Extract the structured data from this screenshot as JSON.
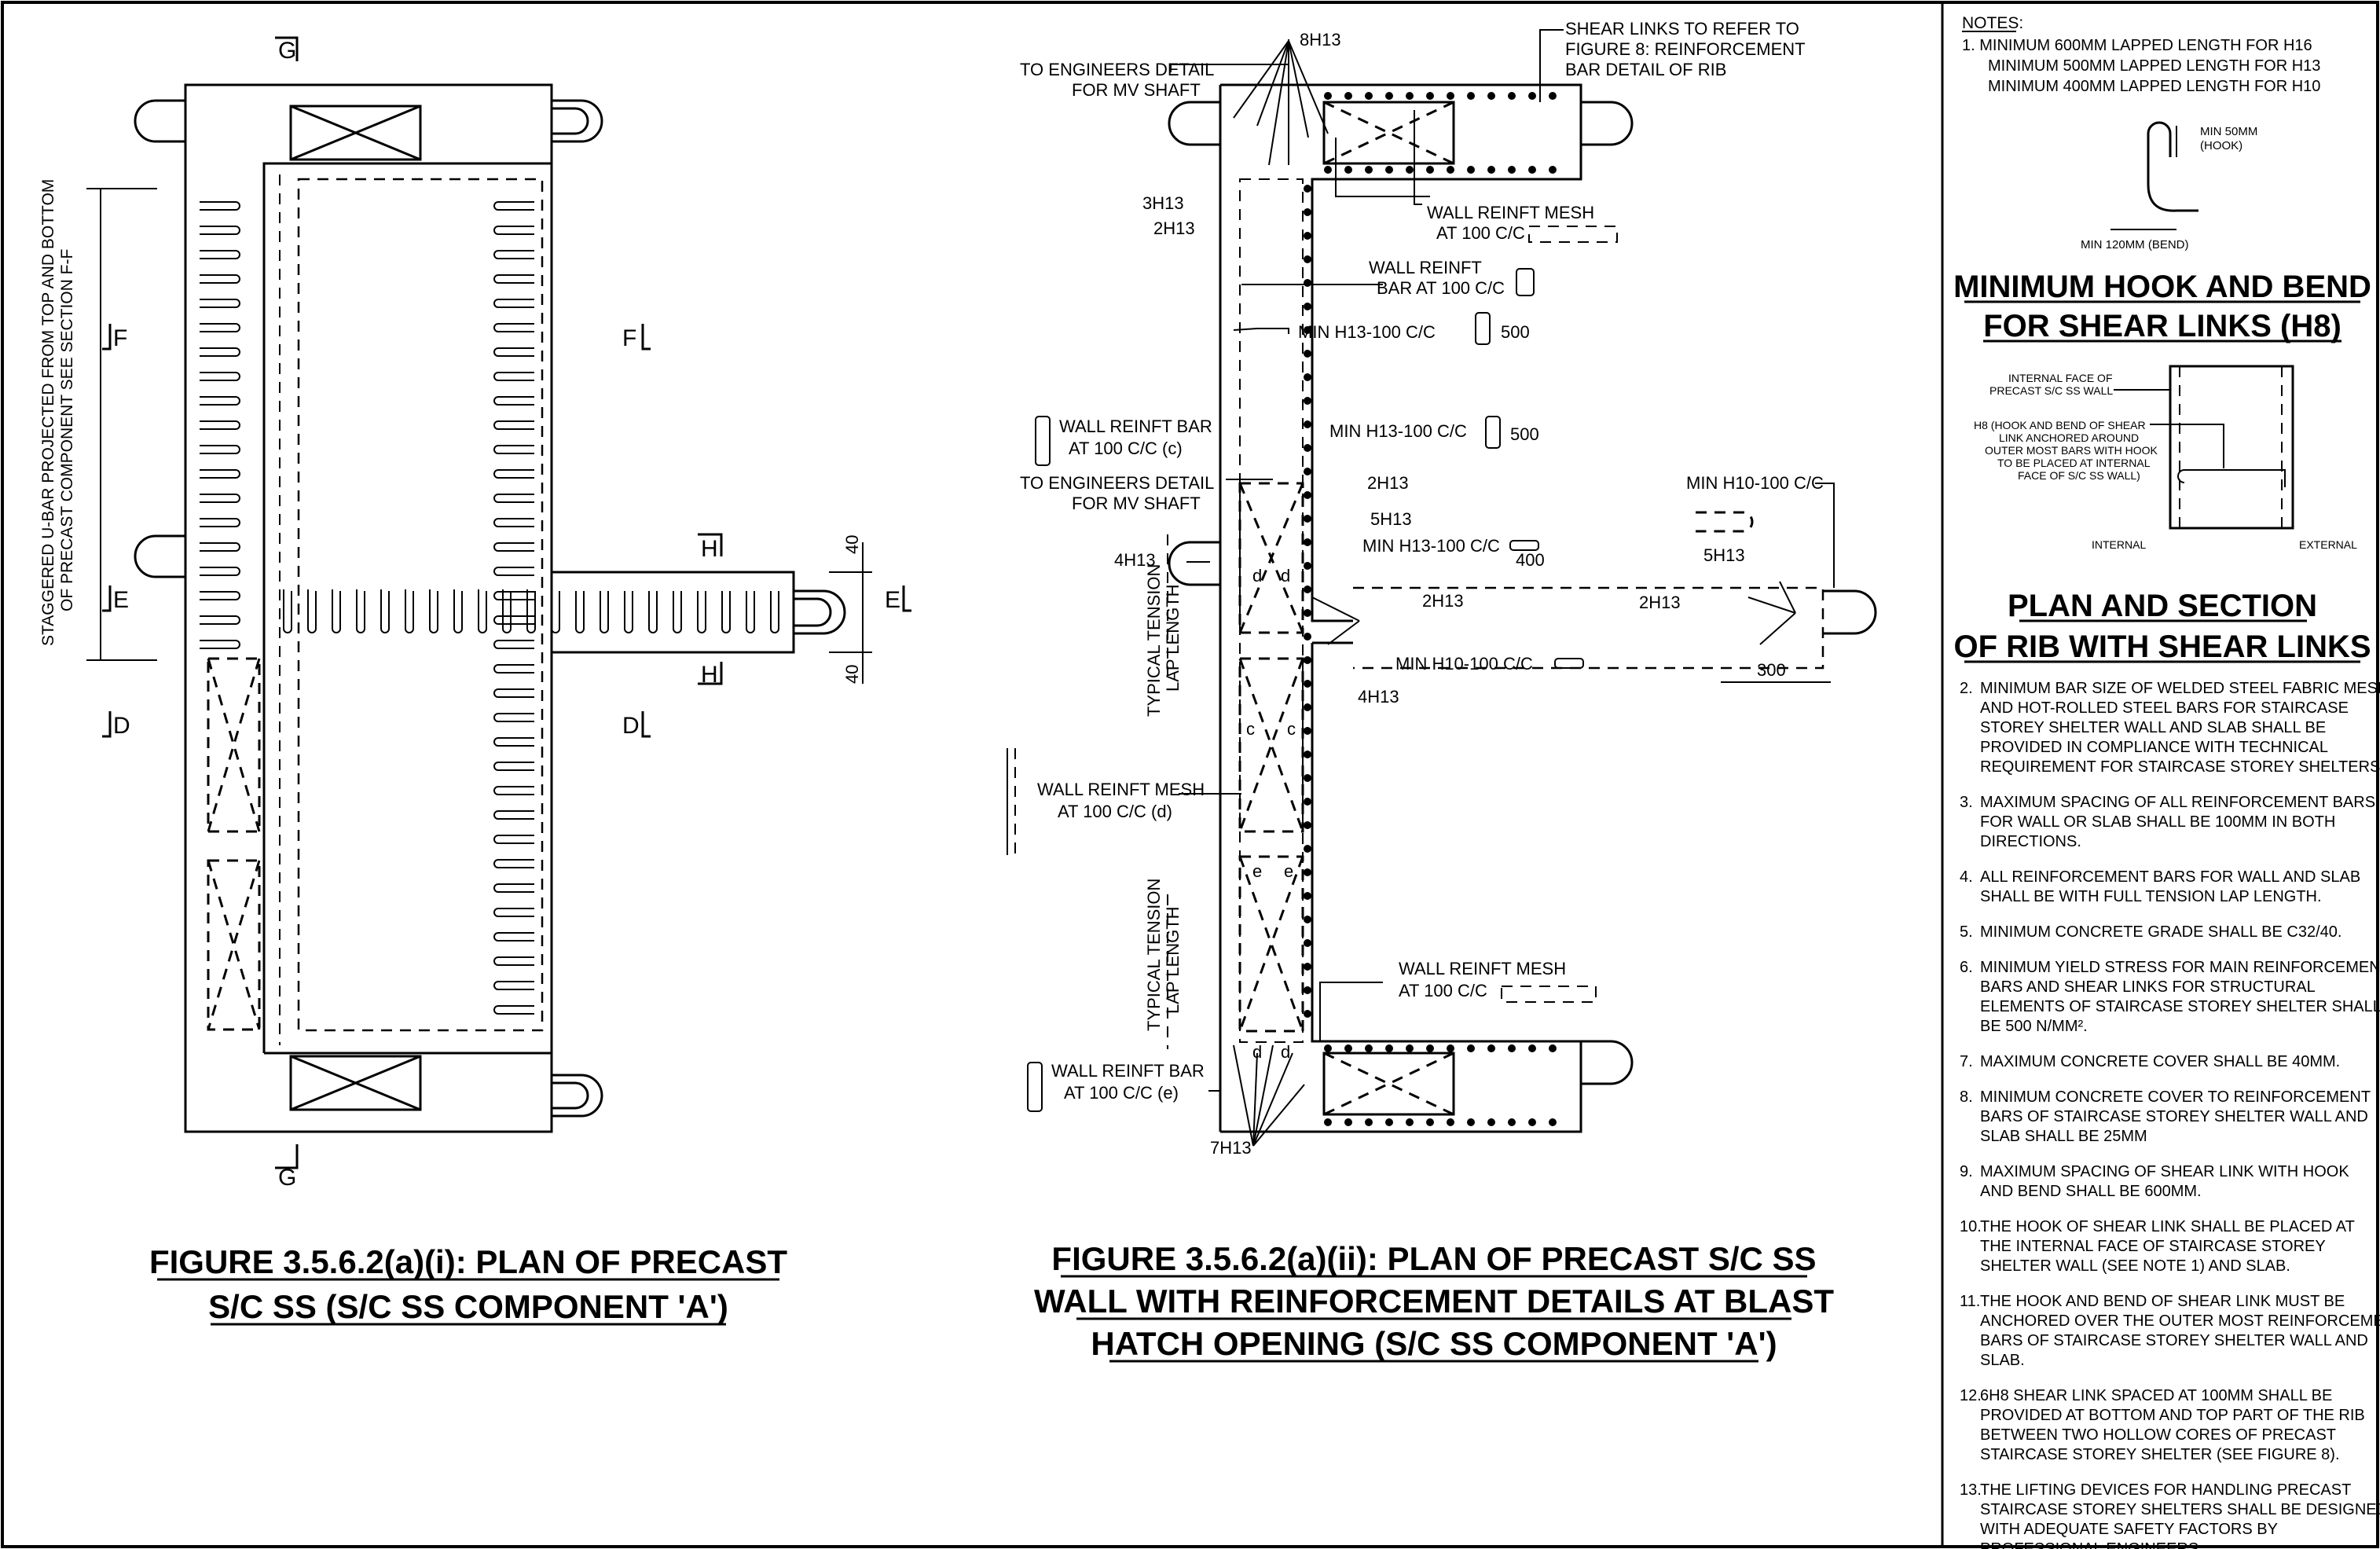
{
  "figure_1": {
    "title_line1": "FIGURE 3.5.6.2(a)(i): PLAN OF PRECAST",
    "title_line2": "S/C SS (S/C SS COMPONENT 'A')",
    "vertical_note_line1": "STAGGERED U-BAR PROJECTED FROM TOP AND BOTTOM",
    "vertical_note_line2": "OF PRECAST COMPONENT SEE SECTION F-F",
    "section_G": "G",
    "section_F": "F",
    "section_E": "E",
    "section_D": "D",
    "section_H": "H",
    "dim_40_top": "40",
    "dim_40_bottom": "40"
  },
  "figure_2": {
    "title_line1": "FIGURE 3.5.6.2(a)(ii): PLAN OF PRECAST S/C SS",
    "title_line2": "WALL WITH REINFORCEMENT DETAILS AT BLAST",
    "title_line3": "HATCH OPENING (S/C SS COMPONENT 'A')",
    "labels": {
      "bars_8h13": "8H13",
      "shear_links_1": "SHEAR LINKS TO REFER TO",
      "shear_links_2": "FIGURE 8: REINFORCEMENT",
      "shear_links_3": "BAR DETAIL OF RIB",
      "eng_detail_1a": "TO ENGINEERS DETAIL",
      "eng_detail_1b": "FOR MV SHAFT",
      "bars_3h13": "3H13",
      "bars_2h13_a": "2H13",
      "wall_mesh_1a": "WALL REINFT MESH",
      "wall_mesh_1b": "AT 100 C/C",
      "wall_bar_1a": "WALL REINFT",
      "wall_bar_1b": "BAR AT 100 C/C",
      "min_h13_a": "MIN H13-100 C/C",
      "dim_500_a": "500",
      "wall_bar_c_a": "WALL REINFT BAR",
      "wall_bar_c_b": "AT 100 C/C (c)",
      "min_h13_b": "MIN H13-100 C/C",
      "dim_500_b": "500",
      "eng_detail_2a": "TO ENGINEERS DETAIL",
      "eng_detail_2b": "FOR MV SHAFT",
      "bars_2h13_b": "2H13",
      "bars_5h13_a": "5H13",
      "bars_4h13_a": "4H13",
      "min_h13_c": "MIN H13-100 C/C",
      "dim_400": "400",
      "bars_2h13_c": "2H13",
      "min_h10_a": "MIN H10-100 C/C",
      "min_h10_b": "MIN H10-100 C/C",
      "bars_5h13_b": "5H13",
      "bars_2h13_d": "2H13",
      "dim_300": "300",
      "bars_4h13_b": "4H13",
      "lap_length_a1": "TYPICAL TENSION",
      "lap_length_a2": "LAP LENGTH",
      "wall_mesh_d_a": "WALL REINFT MESH",
      "wall_mesh_d_b": "AT 100 C/C (d)",
      "lap_length_b1": "TYPICAL TENSION",
      "lap_length_b2": "LAP LENGTH",
      "wall_mesh_2a": "WALL REINFT MESH",
      "wall_mesh_2b": "AT 100 C/C",
      "wall_bar_e_a": "WALL REINFT BAR",
      "wall_bar_e_b": "AT 100 C/C (e)",
      "bars_7h13": "7H13",
      "mark_c": "c",
      "mark_d": "d",
      "mark_e": "e"
    }
  },
  "notes_panel": {
    "heading": "NOTES:",
    "note1_a": "1.  MINIMUM 600MM LAPPED LENGTH FOR H16",
    "note1_b": "MINIMUM 500MM LAPPED LENGTH FOR H13",
    "note1_c": "MINIMUM 400MM LAPPED LENGTH FOR H10",
    "hook_min_a": "MIN 50MM",
    "hook_min_b": "(HOOK)",
    "bend_min": "MIN 120MM (BEND)",
    "hook_title_1": "MINIMUM HOOK AND BEND",
    "hook_title_2": "FOR SHEAR LINKS (H8)",
    "internal_face_a": "INTERNAL FACE OF",
    "internal_face_b": "PRECAST S/C SS WALL",
    "h8_a": "H8 (HOOK AND BEND OF SHEAR",
    "h8_b": "LINK ANCHORED AROUND",
    "h8_c": "OUTER MOST BARS WITH HOOK",
    "h8_d": "TO BE PLACED AT INTERNAL",
    "h8_e": "FACE OF S/C SS WALL)",
    "internal": "INTERNAL",
    "external": "EXTERNAL",
    "rib_title_1": "PLAN AND SECTION",
    "rib_title_2": "OF RIB WITH SHEAR LINKS",
    "notes": [
      {
        "n": "2.",
        "lines": [
          "MINIMUM BAR SIZE OF WELDED STEEL FABRIC MESH",
          "AND HOT-ROLLED STEEL BARS FOR STAIRCASE",
          "STOREY SHELTER WALL AND SLAB SHALL BE",
          "PROVIDED IN COMPLIANCE WITH TECHNICAL",
          "REQUIREMENT FOR STAIRCASE STOREY SHELTERS."
        ]
      },
      {
        "n": "3.",
        "lines": [
          "MAXIMUM SPACING OF ALL REINFORCEMENT BARS",
          "FOR WALL OR SLAB SHALL BE 100MM IN BOTH",
          "DIRECTIONS."
        ]
      },
      {
        "n": "4.",
        "lines": [
          "ALL REINFORCEMENT BARS FOR WALL AND SLAB",
          "SHALL BE WITH FULL TENSION LAP LENGTH."
        ]
      },
      {
        "n": "5.",
        "lines": [
          "MINIMUM CONCRETE GRADE SHALL BE C32/40."
        ]
      },
      {
        "n": "6.",
        "lines": [
          "MINIMUM YIELD STRESS FOR MAIN REINFORCEMENT",
          "BARS AND SHEAR LINKS FOR STRUCTURAL",
          "ELEMENTS OF STAIRCASE STOREY SHELTER SHALL",
          "BE 500 N/MM²."
        ]
      },
      {
        "n": "7.",
        "lines": [
          "MAXIMUM CONCRETE COVER SHALL BE 40MM."
        ]
      },
      {
        "n": "8.",
        "lines": [
          "MINIMUM CONCRETE COVER TO REINFORCEMENT",
          "BARS OF STAIRCASE STOREY SHELTER WALL AND",
          "SLAB SHALL BE 25MM"
        ]
      },
      {
        "n": "9.",
        "lines": [
          "MAXIMUM SPACING OF SHEAR LINK WITH HOOK",
          "AND BEND SHALL BE 600MM."
        ]
      },
      {
        "n": "10.",
        "lines": [
          "THE HOOK OF SHEAR LINK SHALL BE PLACED AT",
          "THE INTERNAL FACE OF STAIRCASE STOREY",
          "SHELTER WALL (SEE NOTE 1) AND SLAB."
        ]
      },
      {
        "n": "11.",
        "lines": [
          "THE HOOK AND BEND OF SHEAR LINK MUST BE",
          "ANCHORED OVER THE OUTER MOST REINFORCEMENT",
          "BARS OF STAIRCASE STOREY SHELTER WALL AND",
          "SLAB."
        ]
      },
      {
        "n": "12.",
        "lines": [
          "6H8 SHEAR LINK SPACED AT 100MM SHALL BE",
          "PROVIDED AT BOTTOM AND TOP PART OF THE RIB",
          "BETWEEN TWO HOLLOW CORES OF PRECAST",
          "STAIRCASE STOREY SHELTER (SEE FIGURE 8)."
        ]
      },
      {
        "n": "13.",
        "lines": [
          "THE LIFTING DEVICES FOR HANDLING PRECAST",
          "STAIRCASE STOREY SHELTERS SHALL BE DESIGNED",
          "WITH ADEQUATE SAFETY FACTORS BY",
          "PROFESSIONAL ENGINEERS."
        ]
      }
    ]
  }
}
